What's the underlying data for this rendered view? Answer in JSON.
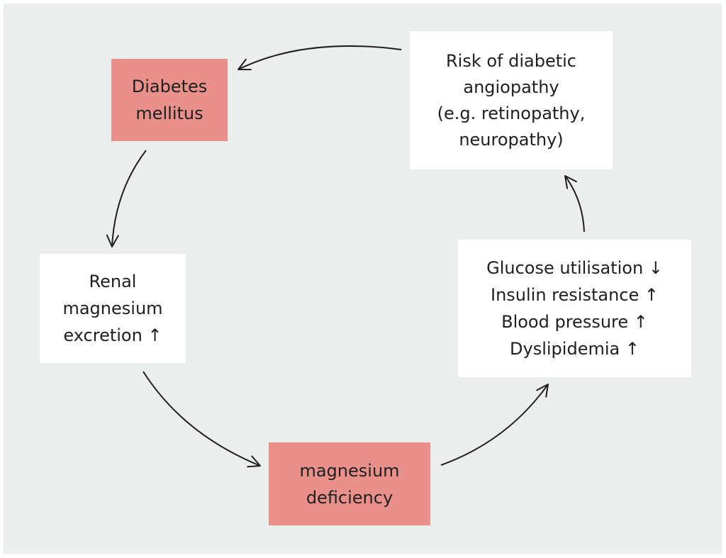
{
  "nodes": {
    "diabetes": {
      "lines": [
        "Diabetes",
        "mellitus"
      ]
    },
    "risk": {
      "lines": [
        "Risk of diabetic",
        "angiopathy",
        "(e.g. retinopathy,",
        "neuropathy)"
      ]
    },
    "renal": {
      "lines": [
        "Renal",
        "magnesium",
        "excretion ↑"
      ]
    },
    "magnesium": {
      "lines": [
        "magnesium",
        "deficiency"
      ]
    },
    "effects": {
      "lines": [
        "Glucose utilisation ↓",
        "Insulin resistance ↑",
        "Blood pressure ↑",
        "Dyslipidemia ↑"
      ]
    }
  },
  "colors": {
    "background": "#eceeed",
    "highlight_box": "#e9908a",
    "plain_box": "#ffffff",
    "text": "#1f1f1f",
    "arrow": "#1f1f1f"
  }
}
